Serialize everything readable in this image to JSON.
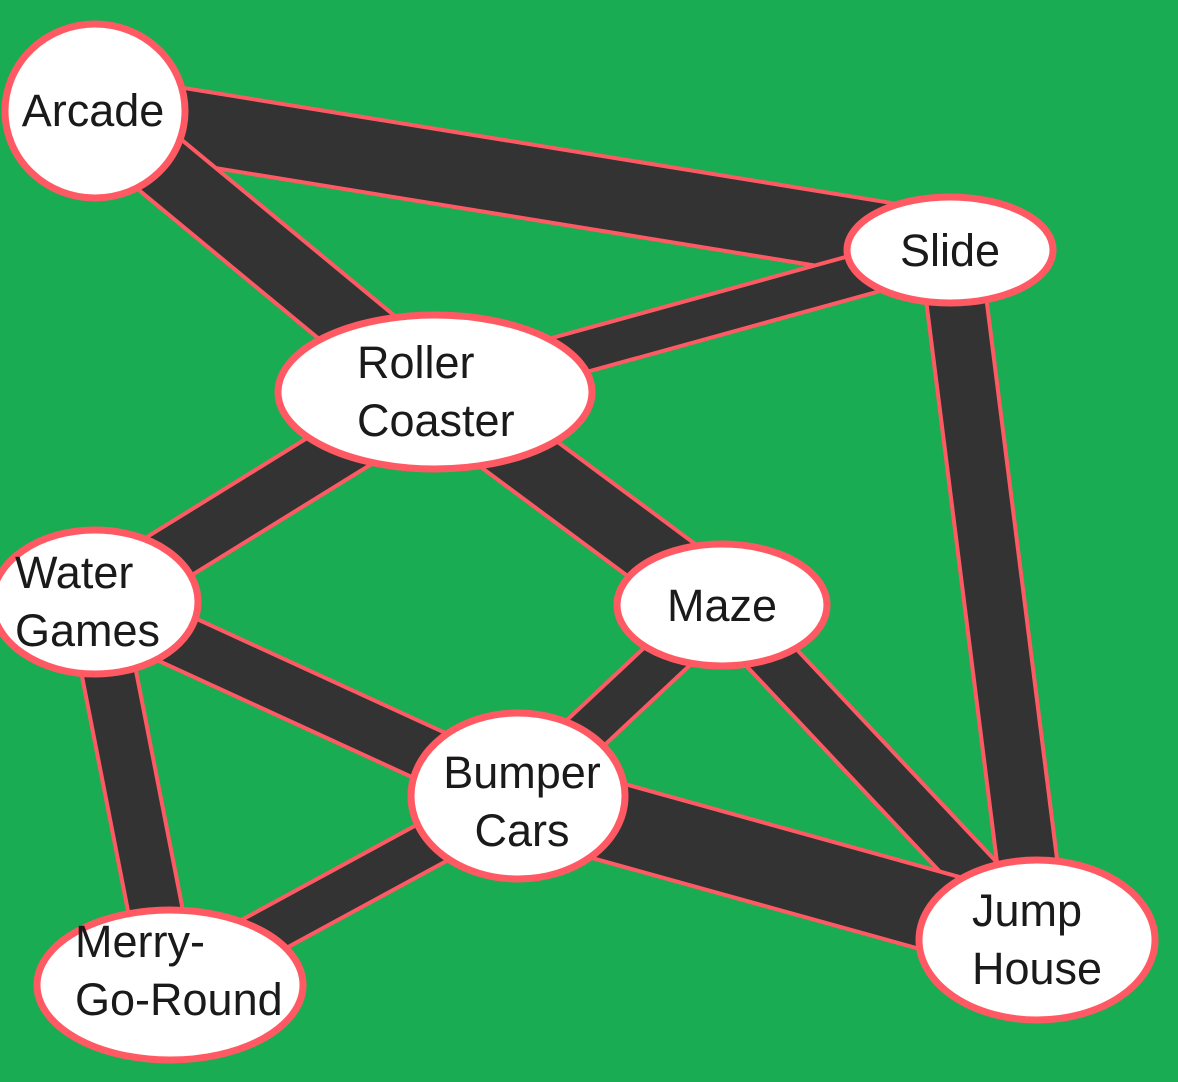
{
  "diagram": {
    "background": "#1aac53",
    "edge_fill": "#333333",
    "edge_outline": "#ff5a63",
    "node_fill": "#ffffff",
    "node_outline": "#ff5a63",
    "nodes": [
      {
        "id": "arcade",
        "lines": [
          "Arcade"
        ]
      },
      {
        "id": "slide",
        "lines": [
          "Slide"
        ]
      },
      {
        "id": "roller-coaster",
        "lines": [
          "Roller",
          "Coaster"
        ]
      },
      {
        "id": "water-games",
        "lines": [
          "Water",
          "Games"
        ]
      },
      {
        "id": "maze",
        "lines": [
          "Maze"
        ]
      },
      {
        "id": "bumper-cars",
        "lines": [
          "Bumper",
          "Cars"
        ]
      },
      {
        "id": "merry-go-round",
        "lines": [
          "Merry-",
          "Go-Round"
        ]
      },
      {
        "id": "jump-house",
        "lines": [
          "Jump",
          "House"
        ]
      }
    ],
    "edges": [
      {
        "from": "arcade",
        "to": "slide"
      },
      {
        "from": "arcade",
        "to": "roller-coaster"
      },
      {
        "from": "slide",
        "to": "roller-coaster"
      },
      {
        "from": "slide",
        "to": "jump-house"
      },
      {
        "from": "roller-coaster",
        "to": "water-games"
      },
      {
        "from": "roller-coaster",
        "to": "maze"
      },
      {
        "from": "water-games",
        "to": "bumper-cars"
      },
      {
        "from": "water-games",
        "to": "merry-go-round"
      },
      {
        "from": "maze",
        "to": "bumper-cars"
      },
      {
        "from": "maze",
        "to": "jump-house"
      },
      {
        "from": "bumper-cars",
        "to": "merry-go-round"
      },
      {
        "from": "bumper-cars",
        "to": "jump-house"
      }
    ]
  }
}
